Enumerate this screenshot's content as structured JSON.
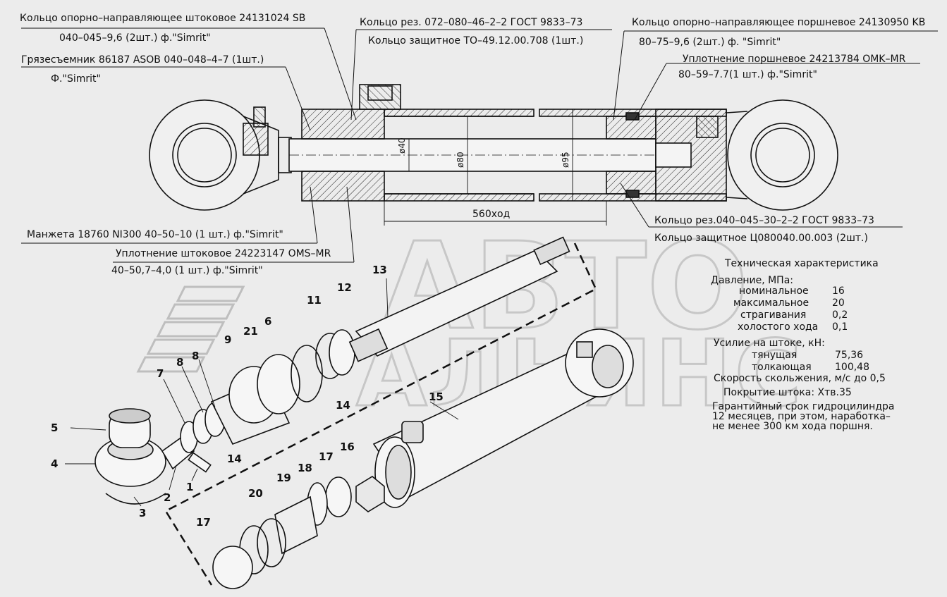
{
  "callouts": {
    "top_left_1a": "Кольцо опорно–направляющее штоковое 24131024 SB",
    "top_left_1b": "040–045–9,6 (2шт.) ф.\"Simrit\"",
    "top_left_2a": "Грязесъемник 86187 ASOB 040–048–4–7 (1шт.)",
    "top_left_2b": "Ф.\"Simrit\"",
    "top_mid_1": "Кольцо рез. 072–080–46–2–2 ГОСТ 9833–73",
    "top_mid_2": "Кольцо защитное ТО–49.12.00.708 (1шт.)",
    "top_right_1a": "Кольцо опорно–направляющее поршневое 24130950 KB",
    "top_right_1b": "80–75–9,6 (2шт.) ф. \"Simrit\"",
    "top_right_2a": "Уплотнение поршневое 24213784 OMK–MR",
    "top_right_2b": "80–59–7.7(1 шт.) ф.\"Simrit\"",
    "bottom_left_1": "Манжета 18760 NI300 40–50–10  (1 шт.) ф.\"Simrit\"",
    "bottom_left_2a": "Уплотнение штоковое 24223147 OMS–MR",
    "bottom_left_2b": "40–50,7–4,0 (1 шт.) ф.\"Simrit\"",
    "bottom_right_1": "Кольцо рез.040–045–30–2–2 ГОСТ 9833–73",
    "bottom_right_2": "Кольцо защитное Ц080040.00.003 (2шт.)"
  },
  "dimensions": {
    "d40": "ø40",
    "d80": "ø80",
    "d95": "ø95",
    "stroke": "560ход"
  },
  "specs": {
    "title": "Техническая характеристика",
    "pressure_label": "Давление, МПа:",
    "nominal_label": "номинальное",
    "nominal_value": "16",
    "max_label": "максимальное",
    "max_value": "20",
    "breakaway_label": "страгивания",
    "breakaway_value": "0,2",
    "idle_label": "холостого хода",
    "idle_value": "0,1",
    "force_label": "Усилие на штоке, кН:",
    "pull_label": "тянущая",
    "pull_value": "75,36",
    "push_label": "толкающая",
    "push_value": "100,48",
    "speed": "Скорость скольжения, м/с до 0,5",
    "coating": "Покрытие штока: Хтв.35",
    "warranty_1": "Гарантийный срок гидроцилиндра",
    "warranty_2": "12 месяцев, при этом, наработка–",
    "warranty_3": "не менее 300 км хода поршня."
  },
  "part_numbers": {
    "p1": "1",
    "p2": "2",
    "p3": "3",
    "p4": "4",
    "p5": "5",
    "p6": "6",
    "p7": "7",
    "p8a": "8",
    "p8b": "8",
    "p9": "9",
    "p11": "11",
    "p12": "12",
    "p13": "13",
    "p14a": "14",
    "p14b": "14",
    "p15": "15",
    "p16": "16",
    "p17a": "17",
    "p17b": "17",
    "p18": "18",
    "p19": "19",
    "p20": "20",
    "p21": "21"
  },
  "watermark": {
    "line1": "АВТО",
    "line2": "АЛЬЯНС"
  }
}
